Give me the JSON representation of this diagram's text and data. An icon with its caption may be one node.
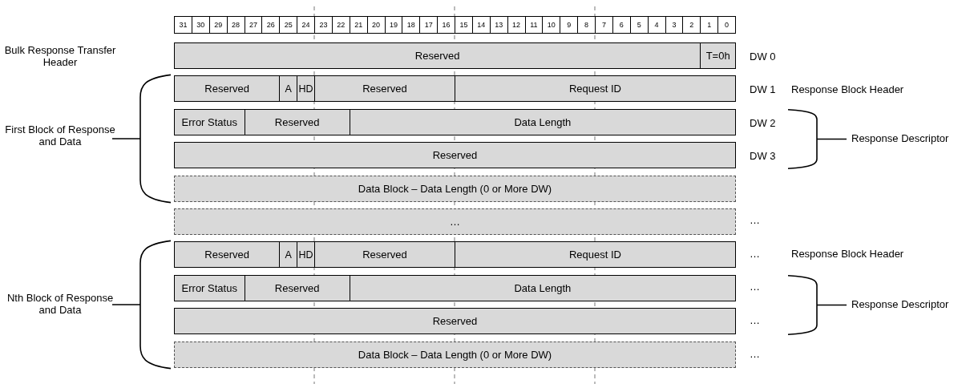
{
  "diagram": {
    "nodes": [
      {
        "text": [
          "Reserved"
        ]
      },
      {
        "text": [
          "T=0h"
        ]
      },
      {
        "text": [
          "Reserved"
        ]
      },
      {
        "text": [
          "A"
        ]
      },
      {
        "text": [
          "HD"
        ]
      },
      {
        "text": [
          "Reserved"
        ]
      },
      {
        "text": [
          "Request ID"
        ]
      },
      {
        "text": [
          "Error Status"
        ]
      },
      {
        "text": [
          "Reserved"
        ]
      },
      {
        "text": [
          "Data Length"
        ]
      },
      {
        "text": [
          "Reserved"
        ]
      },
      {
        "text": [
          "Data Block – Data Length (0 or More DW)"
        ]
      },
      {
        "text": [
          "…"
        ]
      },
      {
        "text": [
          "Reserved"
        ]
      },
      {
        "text": [
          "A"
        ]
      },
      {
        "text": [
          "HD"
        ]
      },
      {
        "text": [
          "Reserved"
        ]
      },
      {
        "text": [
          "Request ID"
        ]
      },
      {
        "text": [
          "Error Status"
        ]
      },
      {
        "text": [
          "Reserved"
        ]
      },
      {
        "text": [
          "Data Length"
        ]
      },
      {
        "text": [
          "Reserved"
        ]
      },
      {
        "text": [
          "Data Block – Data Length (0 or More DW)"
        ]
      }
    ],
    "labels": [
      "31",
      "30",
      "29",
      "28",
      "27",
      "26",
      "25",
      "24",
      "23",
      "22",
      "21",
      "20",
      "19",
      "18",
      "17",
      "16",
      "15",
      "14",
      "13",
      "12",
      "11",
      "10",
      "9",
      "8",
      "7",
      "6",
      "5",
      "4",
      "3",
      "2",
      "1",
      "0",
      "Bulk Response Transfer Header",
      "DW 0",
      "First Block of Response and Data",
      "DW 1",
      "Response Block Header",
      "DW 2",
      "DW 3",
      "Response Descriptor",
      "…",
      "…",
      "Response Block Header",
      "Nth Block of Response and Data",
      "…",
      "Response Descriptor",
      "…",
      "…"
    ]
  }
}
